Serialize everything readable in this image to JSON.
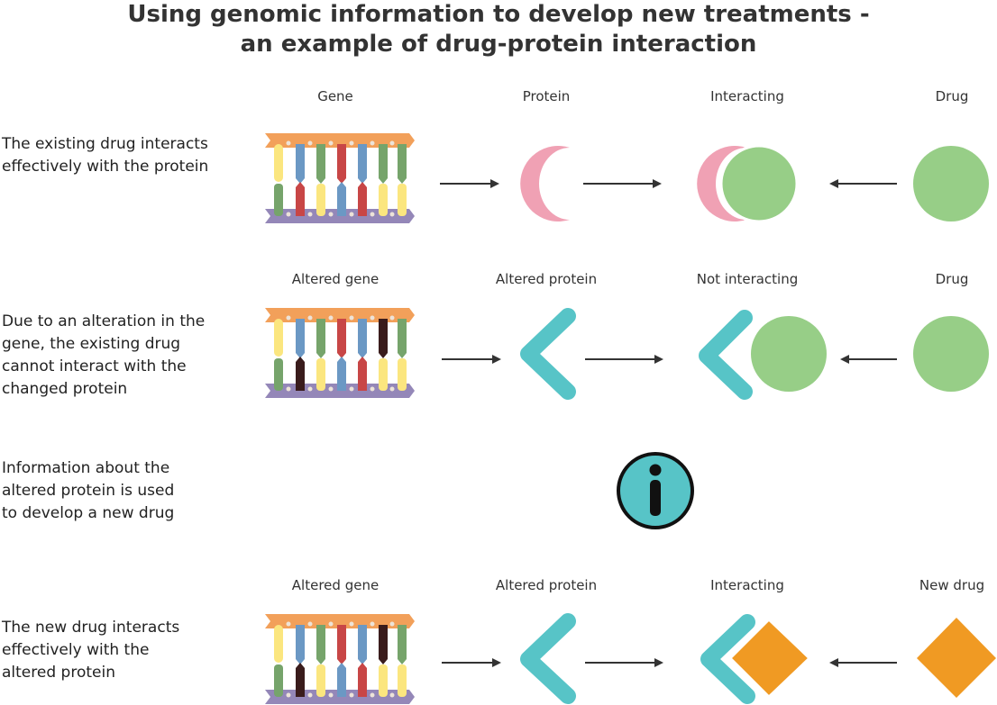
{
  "title": {
    "line1": "Using genomic information to develop new treatments -",
    "line2": "an example of drug-protein interaction"
  },
  "rows": [
    {
      "description": [
        "The existing drug interacts",
        "effectively with the protein"
      ],
      "labels": [
        "Gene",
        "Protein",
        "Interacting",
        "Drug"
      ]
    },
    {
      "description": [
        "Due to an alteration in the",
        "gene, the existing drug",
        "cannot interact with the",
        "changed protein"
      ],
      "labels": [
        "Altered gene",
        "Altered protein",
        "Not interacting",
        "Drug"
      ]
    },
    {
      "description": [
        "Information about the",
        "altered protein is used",
        "to develop a new drug"
      ]
    },
    {
      "description": [
        "The new drug interacts",
        "effectively with the",
        "altered protein"
      ],
      "labels": [
        "Altered gene",
        "Altered protein",
        "Interacting",
        "New drug"
      ]
    }
  ],
  "colors": {
    "protein_pink": "#F0A1B4",
    "drug_green": "#97CE87",
    "altered_teal": "#57C4C7",
    "new_drug_orange": "#F09A23",
    "dna_top_orange": "#F2A05A",
    "dna_bottom_purple": "#9487B8",
    "arrow": "#333333"
  },
  "icons": {
    "info": "info-icon",
    "gene": "dna-icon"
  }
}
